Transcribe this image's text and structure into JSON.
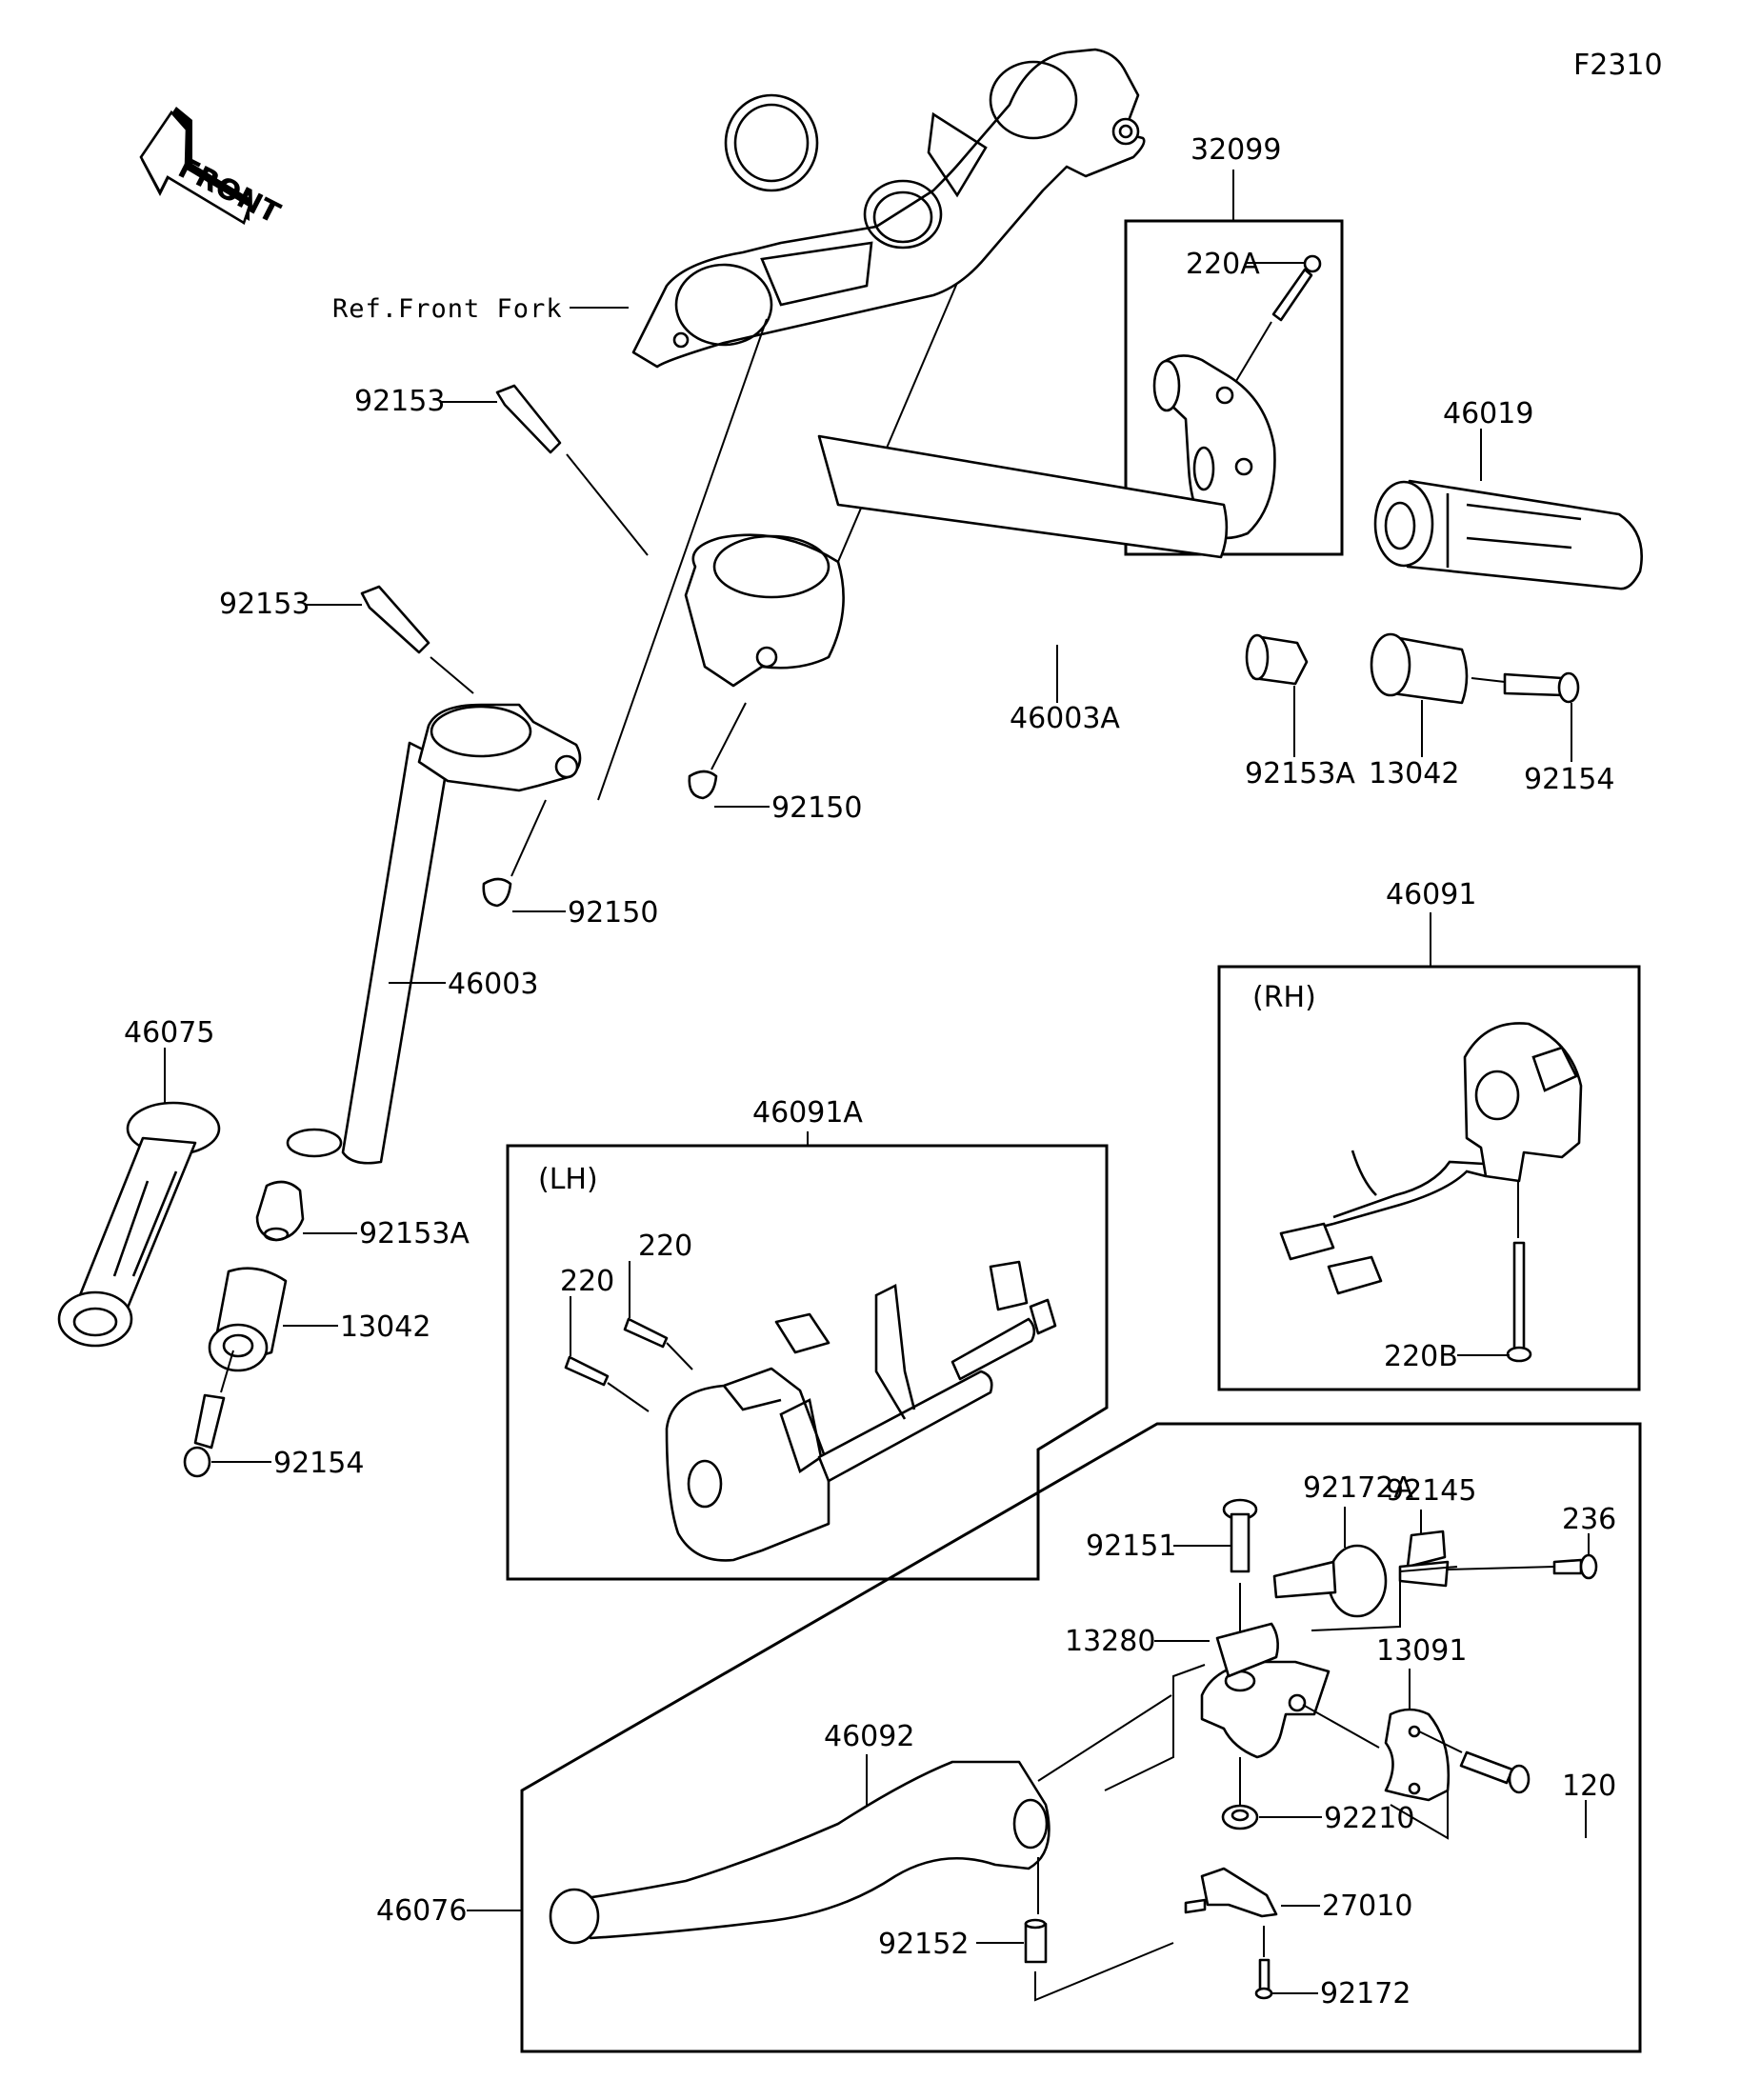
{
  "figure_code": "F2310",
  "front_indicator": "FRONT",
  "reference_note": "Ref.Front Fork",
  "groups": {
    "throttle_case": {
      "part_no": "32099"
    },
    "switch_rh": {
      "part_no": "46091",
      "side": "(RH)"
    },
    "switch_lh": {
      "part_no": "46091A",
      "side": "(LH)"
    },
    "lever_assembly": {
      "part_no": "46076"
    }
  },
  "parts": [
    {
      "id": "220A",
      "label": "220A"
    },
    {
      "id": "46019",
      "label": "46019"
    },
    {
      "id": "92153",
      "label": "92153"
    },
    {
      "id": "92153b",
      "label": "92153"
    },
    {
      "id": "46003A",
      "label": "46003A"
    },
    {
      "id": "92153A",
      "label": "92153A"
    },
    {
      "id": "13042",
      "label": "13042"
    },
    {
      "id": "92154",
      "label": "92154"
    },
    {
      "id": "92150",
      "label": "92150"
    },
    {
      "id": "92150b",
      "label": "92150"
    },
    {
      "id": "46003",
      "label": "46003"
    },
    {
      "id": "46075",
      "label": "46075"
    },
    {
      "id": "92153Ab",
      "label": "92153A"
    },
    {
      "id": "13042b",
      "label": "13042"
    },
    {
      "id": "92154b",
      "label": "92154"
    },
    {
      "id": "220B",
      "label": "220B"
    },
    {
      "id": "220",
      "label": "220"
    },
    {
      "id": "220b",
      "label": "220"
    },
    {
      "id": "92151",
      "label": "92151"
    },
    {
      "id": "92172A",
      "label": "92172A"
    },
    {
      "id": "92145",
      "label": "92145"
    },
    {
      "id": "236",
      "label": "236"
    },
    {
      "id": "13280",
      "label": "13280"
    },
    {
      "id": "13091",
      "label": "13091"
    },
    {
      "id": "120",
      "label": "120"
    },
    {
      "id": "92210",
      "label": "92210"
    },
    {
      "id": "46092",
      "label": "46092"
    },
    {
      "id": "92152",
      "label": "92152"
    },
    {
      "id": "27010",
      "label": "27010"
    },
    {
      "id": "92172",
      "label": "92172"
    }
  ]
}
